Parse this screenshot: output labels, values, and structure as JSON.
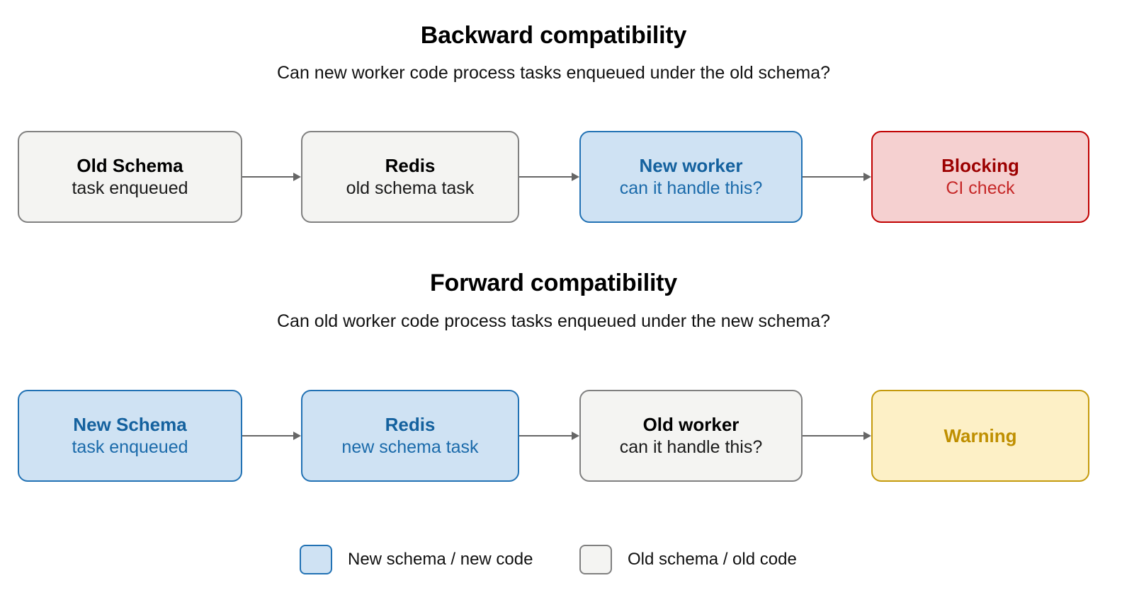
{
  "diagram": {
    "sections": [
      {
        "id": "backward",
        "title": "Backward compatibility",
        "subtitle": "Can new worker code process tasks enqueued under the old schema?",
        "nodes": [
          {
            "title": "Old Schema",
            "detail": "task enqueued",
            "style": "neutral"
          },
          {
            "title": "Redis",
            "detail": "old schema task",
            "style": "neutral"
          },
          {
            "title": "New worker",
            "detail": "can it handle this?",
            "style": "blue"
          },
          {
            "title": "Blocking",
            "detail": "CI check",
            "style": "red"
          }
        ]
      },
      {
        "id": "forward",
        "title": "Forward compatibility",
        "subtitle": "Can old worker code process tasks enqueued under the new schema?",
        "nodes": [
          {
            "title": "New Schema",
            "detail": "task enqueued",
            "style": "blue"
          },
          {
            "title": "Redis",
            "detail": "new schema task",
            "style": "blue"
          },
          {
            "title": "Old worker",
            "detail": "can it handle this?",
            "style": "neutral"
          },
          {
            "title": "Warning",
            "detail": "",
            "style": "yellow"
          }
        ]
      }
    ],
    "legend": [
      {
        "label": "New schema / new code",
        "style": "blue"
      },
      {
        "label": "Old schema / old code",
        "style": "neutral"
      }
    ],
    "colors": {
      "blue_fill": "#cfe2f3",
      "blue_border": "#2272b4",
      "blue_text": "#14619e",
      "neutral_fill": "#f4f4f2",
      "neutral_border": "#808080",
      "red_fill": "#f5d0d0",
      "red_border": "#c00000",
      "red_text": "#9c0000",
      "yellow_fill": "#fdf0c6",
      "yellow_border": "#c49a0d",
      "yellow_text": "#bf8f00",
      "arrow": "#666666",
      "background": "#ffffff"
    }
  }
}
